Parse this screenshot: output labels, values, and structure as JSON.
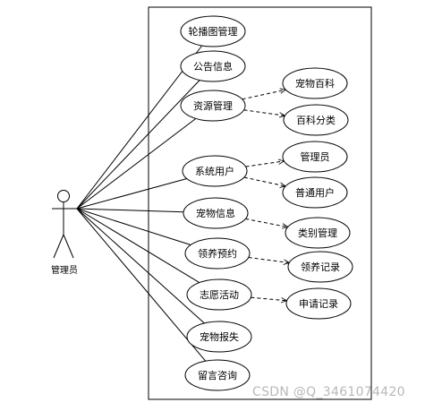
{
  "actor": {
    "name": "管理员"
  },
  "use_cases": [
    {
      "id": "uc1",
      "label": "轮播图管理"
    },
    {
      "id": "uc2",
      "label": "公告信息"
    },
    {
      "id": "uc3",
      "label": "资源管理"
    },
    {
      "id": "uc4",
      "label": "系统用户"
    },
    {
      "id": "uc5",
      "label": "宠物信息"
    },
    {
      "id": "uc6",
      "label": "领养预约"
    },
    {
      "id": "uc7",
      "label": "志愿活动"
    },
    {
      "id": "uc8",
      "label": "宠物报失"
    },
    {
      "id": "uc9",
      "label": "留言咨询"
    },
    {
      "id": "ext1",
      "label": "宠物百科"
    },
    {
      "id": "ext2",
      "label": "百科分类"
    },
    {
      "id": "ext3",
      "label": "管理员"
    },
    {
      "id": "ext4",
      "label": "普通用户"
    },
    {
      "id": "ext5",
      "label": "类别管理"
    },
    {
      "id": "ext6",
      "label": "领养记录"
    },
    {
      "id": "ext7",
      "label": "申请记录"
    }
  ],
  "associations": [
    {
      "from": "actor",
      "to": "uc1"
    },
    {
      "from": "actor",
      "to": "uc2"
    },
    {
      "from": "actor",
      "to": "uc3"
    },
    {
      "from": "actor",
      "to": "uc4"
    },
    {
      "from": "actor",
      "to": "uc5"
    },
    {
      "from": "actor",
      "to": "uc6"
    },
    {
      "from": "actor",
      "to": "uc7"
    },
    {
      "from": "actor",
      "to": "uc8"
    },
    {
      "from": "actor",
      "to": "uc9"
    }
  ],
  "dependencies": [
    {
      "from": "uc3",
      "to": "ext1"
    },
    {
      "from": "uc3",
      "to": "ext2"
    },
    {
      "from": "uc4",
      "to": "ext3"
    },
    {
      "from": "uc4",
      "to": "ext4"
    },
    {
      "from": "uc5",
      "to": "ext5"
    },
    {
      "from": "uc6",
      "to": "ext6"
    },
    {
      "from": "uc7",
      "to": "ext7"
    }
  ],
  "watermark": "CSDN @Q_3461074420",
  "colors": {
    "stroke": "#000000",
    "background": "#ffffff",
    "watermark": "#b8b8b8"
  }
}
